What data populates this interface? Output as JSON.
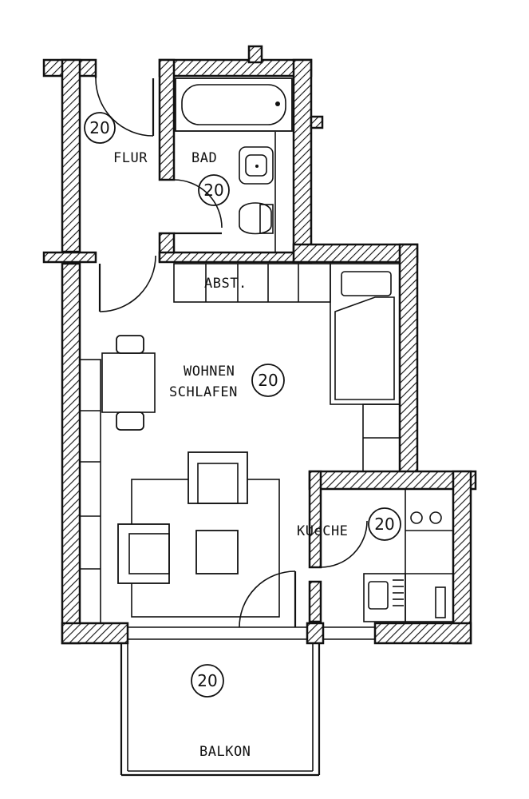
{
  "rooms": {
    "flur": {
      "label": "FLUR",
      "number": "20"
    },
    "bad": {
      "label": "BAD",
      "number": "20"
    },
    "abst": {
      "label": "ABST."
    },
    "wohnen": {
      "label_line1": "WOHNEN",
      "label_line2": "SCHLAFEN",
      "number": "20"
    },
    "kueche": {
      "label": "KUeCHE",
      "number": "20"
    },
    "balkon": {
      "label": "BALKON",
      "number": "20"
    }
  }
}
